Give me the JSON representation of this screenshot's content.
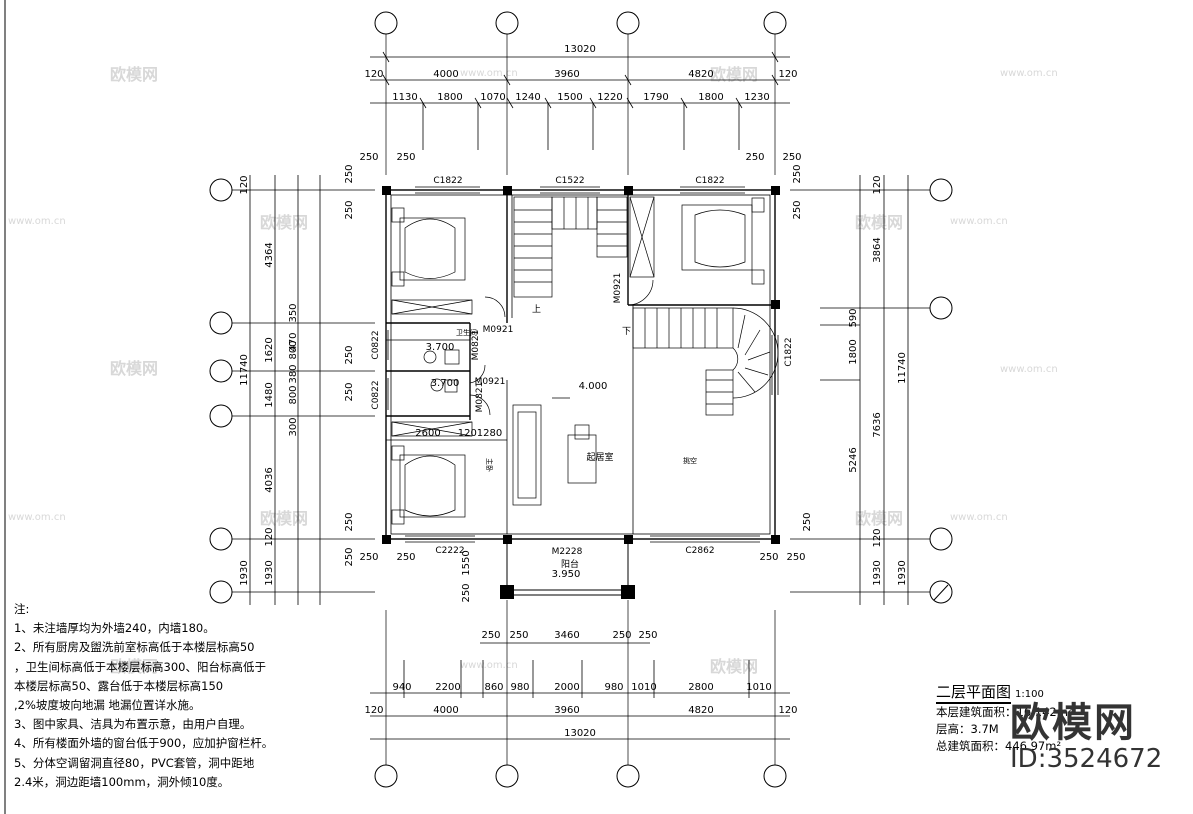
{
  "dims": {
    "top_total": "13020",
    "top_segs": [
      "4000",
      "3960",
      "4820"
    ],
    "top_sub": [
      "1130",
      "1800",
      "1070",
      "1240",
      "1500",
      "1220",
      "1790",
      "1800",
      "1230"
    ],
    "bottom_total": "13020",
    "bottom_segs": [
      "4000",
      "3960",
      "4820"
    ],
    "bottom_sub": [
      "940",
      "2200",
      "860",
      "980",
      "2000",
      "980",
      "1010",
      "2800",
      "1010"
    ],
    "wall": "120",
    "pier": "250",
    "balcony_gap": "3460",
    "left_total": "11740",
    "left_segs": [
      "4364",
      "1620",
      "1480",
      "4036"
    ],
    "left_sub": [
      "350",
      "800",
      "800",
      "300"
    ],
    "left_small": [
      "470",
      "380"
    ],
    "right_total": "11740",
    "right_segs": [
      "3864",
      "7636"
    ],
    "right_sub": [
      "590",
      "1800",
      "5246"
    ],
    "balcony_depth": "1930",
    "balcony_sub": "1550",
    "inner_2600": "2600",
    "inner_1201280": "1201280"
  },
  "windows": [
    "C1822",
    "C1522",
    "C1822",
    "C0822",
    "C0822",
    "C1822",
    "C2222",
    "C2862"
  ],
  "doors": [
    "M0921",
    "M0821",
    "M0921",
    "M0821",
    "M0921",
    "M2228"
  ],
  "rooms": {
    "living": "起居室",
    "void": "挑空",
    "master": "主卧",
    "balcony": "阳台",
    "bath": "卫生间"
  },
  "levels": [
    "3.700",
    "3.700",
    "4.000",
    "3.950"
  ],
  "stair_up": "上",
  "stair_down": "下",
  "watermark": [
    "欧模网",
    "www.om.cn"
  ],
  "notes": [
    "注:",
    "1、未注墙厚均为外墙240，内墙180。",
    "2、所有厨房及盥洗前室标高低于本楼层标高50",
    "，卫生间标高低于本楼层标高300、阳台标高低于",
    "本楼层标高50、露台低于本楼层标高150",
    " ,2%坡度坡向地漏 地漏位置详水施。",
    "3、图中家具、洁具为布置示意，由用户自理。",
    "4、所有楼面外墙的窗台低于900，应加护窗栏杆。",
    "5、分体空调留洞直径80，PVC套管，洞中距地",
    "2.4米，洞边距墙100mm，洞外倾10度。"
  ],
  "legend": {
    "title": "二层平面图",
    "scale": "1:100",
    "area_label": "本层建筑面积：16",
    "area_value": "142m²",
    "height": "层高：3.7M",
    "total": "总建筑面积：446.97m²"
  },
  "brand": {
    "name": "欧模网",
    "id": "ID:3524672"
  }
}
